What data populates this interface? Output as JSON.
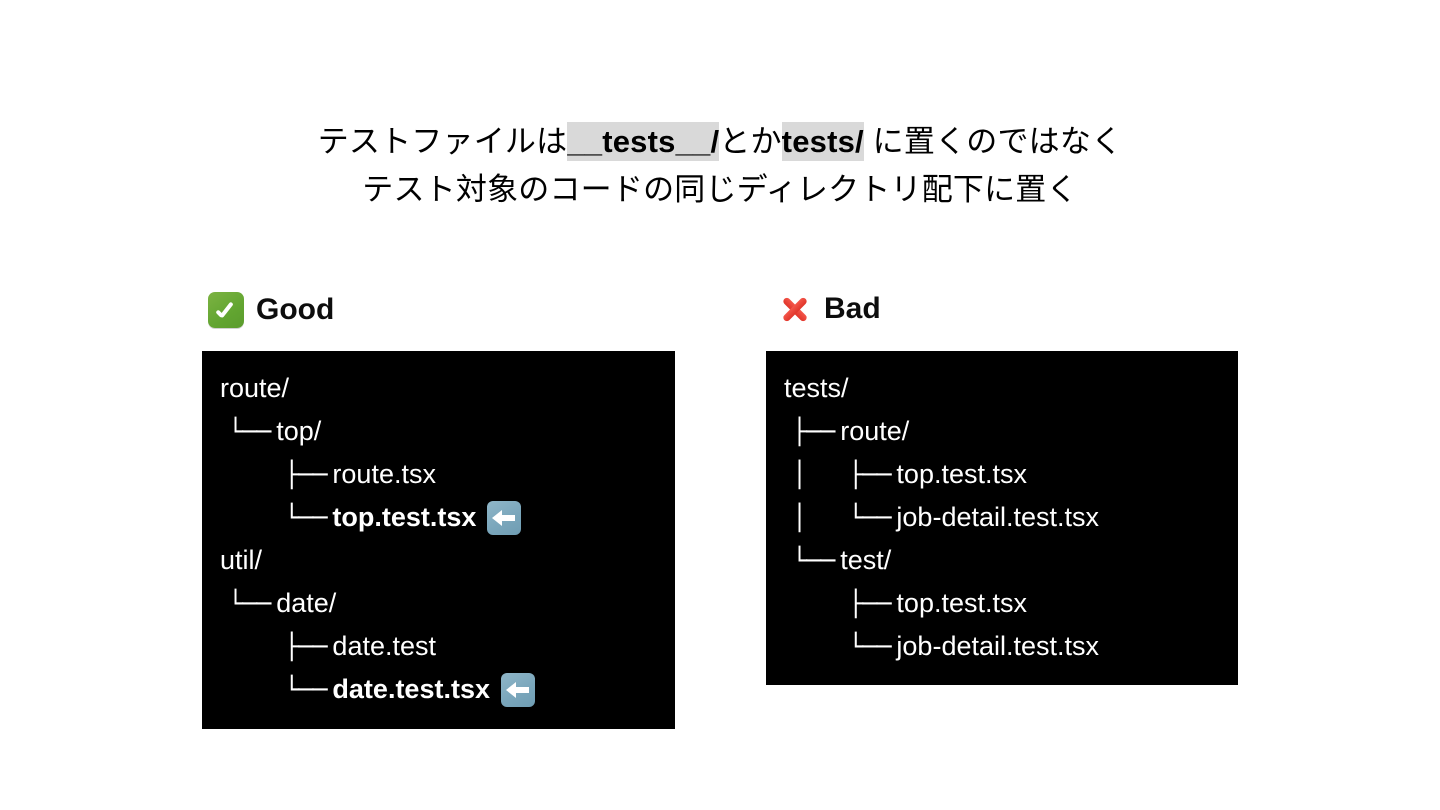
{
  "title": {
    "line1_prefix": "テストファイルは",
    "line1_code1": "__tests__/",
    "line1_mid": "とか",
    "line1_code2": "tests/",
    "line1_suffix": " に置くのではなく",
    "line2": "テスト対象のコードの同じディレクトリ配下に置く"
  },
  "columns": [
    {
      "id": "good",
      "icon": "white-check-mark-emoji",
      "label": "Good",
      "tree": [
        {
          "prefix": "",
          "label": "route/",
          "bold": false,
          "arrow": false
        },
        {
          "prefix": " └──",
          "label": "top/",
          "bold": false,
          "arrow": false
        },
        {
          "prefix": "     ├──",
          "label": "route.tsx",
          "bold": false,
          "arrow": false
        },
        {
          "prefix": "     └──",
          "label": "top.test.tsx",
          "bold": true,
          "arrow": true
        },
        {
          "prefix": "",
          "label": "util/",
          "bold": false,
          "arrow": false
        },
        {
          "prefix": " └──",
          "label": "date/",
          "bold": false,
          "arrow": false
        },
        {
          "prefix": "     ├──",
          "label": "date.test",
          "bold": false,
          "arrow": false
        },
        {
          "prefix": "     └──",
          "label": "date.test.tsx",
          "bold": true,
          "arrow": true
        }
      ]
    },
    {
      "id": "bad",
      "icon": "cross-mark-emoji",
      "label": "Bad",
      "tree": [
        {
          "prefix": "",
          "label": "tests/",
          "bold": false,
          "arrow": false
        },
        {
          "prefix": " ├──",
          "label": "route/",
          "bold": false,
          "arrow": false
        },
        {
          "prefix": " │   ├──",
          "label": "top.test.tsx",
          "bold": false,
          "arrow": false
        },
        {
          "prefix": " │   └──",
          "label": "job-detail.test.tsx",
          "bold": false,
          "arrow": false
        },
        {
          "prefix": " └──",
          "label": "test/",
          "bold": false,
          "arrow": false
        },
        {
          "prefix": "     ├──",
          "label": "top.test.tsx",
          "bold": false,
          "arrow": false
        },
        {
          "prefix": "     └──",
          "label": "job-detail.test.tsx",
          "bold": false,
          "arrow": false
        }
      ]
    }
  ],
  "colors": {
    "panel_background": "#000000",
    "panel_text": "#ffffff",
    "page_background": "#ffffff",
    "code_highlight": "#d9d9d9",
    "check_green": "#62a531",
    "cross_red": "#e0352a",
    "arrow_blue": "#7ba7bc"
  }
}
